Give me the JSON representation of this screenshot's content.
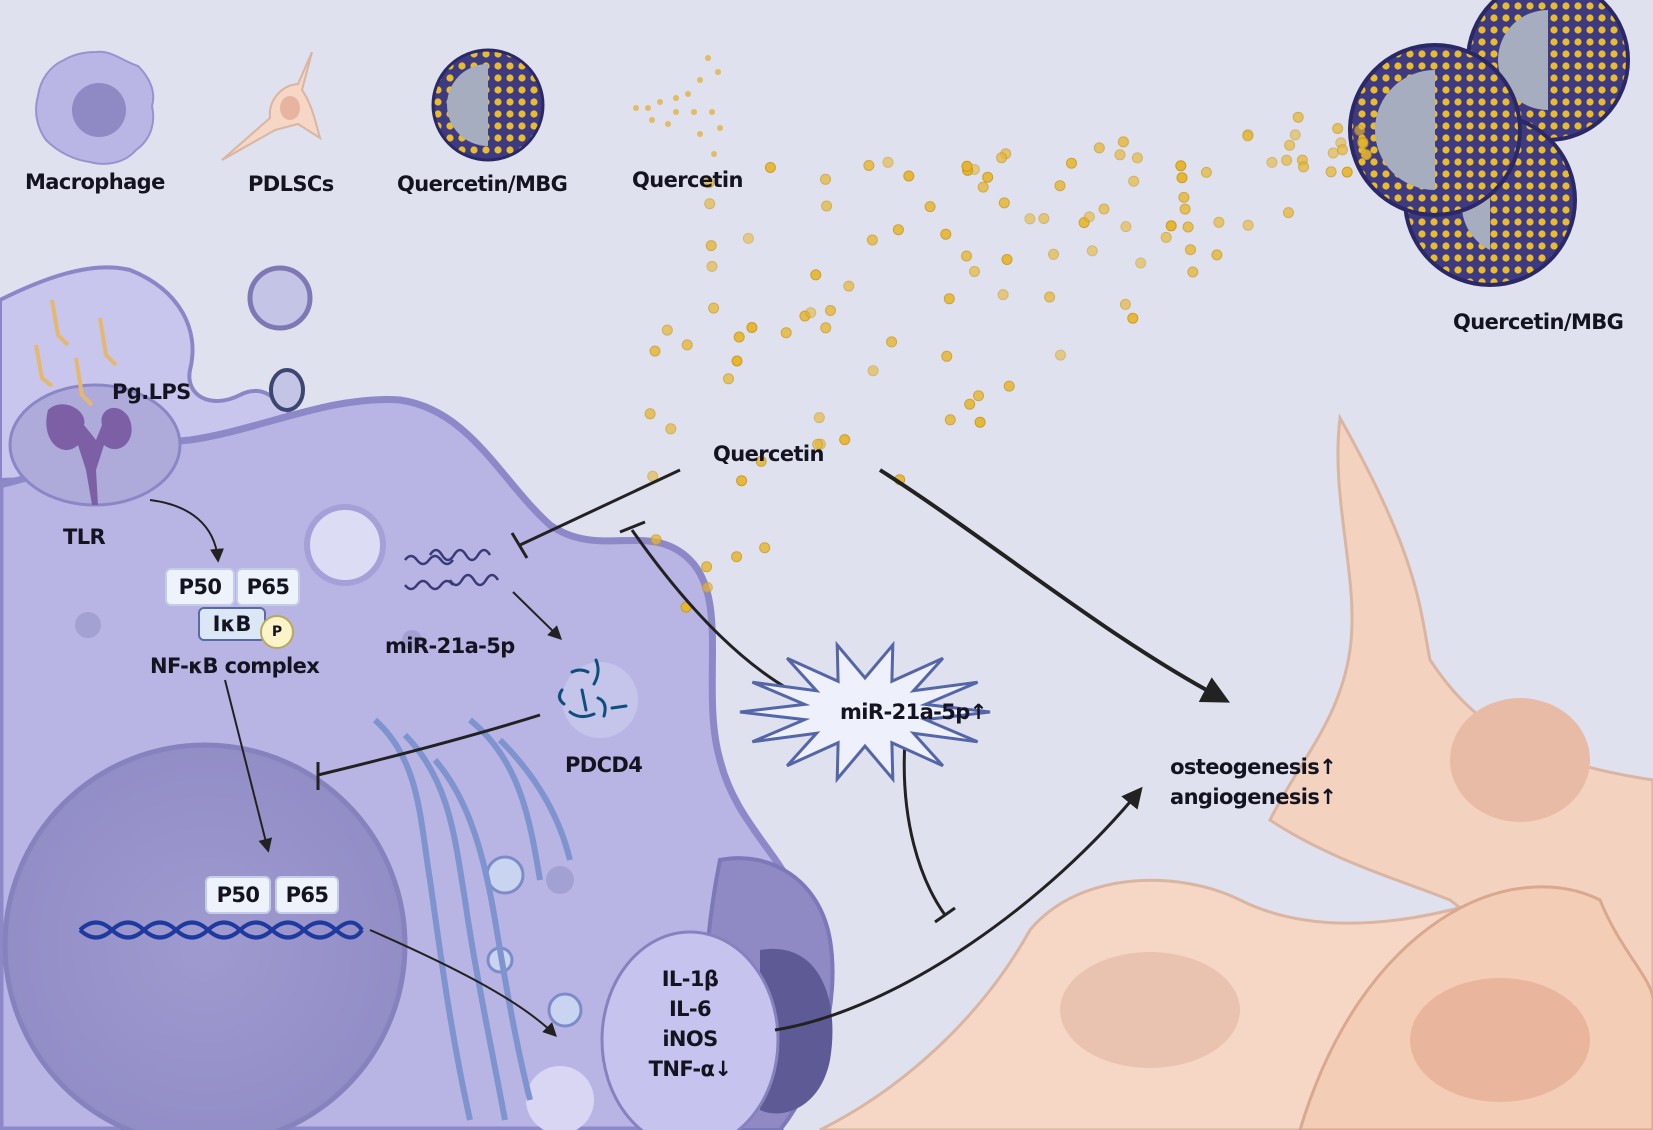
{
  "legend": {
    "items": [
      {
        "icon": "macrophage-icon",
        "label": "Macrophage"
      },
      {
        "icon": "pdlsc-cell-icon",
        "label": "PDLSCs"
      },
      {
        "icon": "nanoparticle-icon",
        "label": "Quercetin/MBG"
      },
      {
        "icon": "quercetin-particles-icon",
        "label": "Quercetin"
      }
    ]
  },
  "labels": {
    "pg_lps": "Pg.LPS",
    "tlr": "TLR",
    "nfkb_complex": "NF-κB complex",
    "mirna": "miR-21a-5p",
    "pdcd4": "PDCD4",
    "quercetin": "Quercetin",
    "quercetin_mbg": "Quercetin/MBG",
    "mirna_up": "miR-21a-5p↑",
    "outcomes": [
      "osteogenesis↑",
      "angiogenesis↑"
    ],
    "cytokines": [
      "IL-1β",
      "IL-6",
      "iNOS",
      "TNF-α↓"
    ]
  },
  "complex": {
    "p50": "P50",
    "p65": "P65",
    "ikb": "IκB",
    "phospho": "P"
  },
  "nucleus": {
    "p50": "P50",
    "p65": "P65"
  },
  "colors": {
    "background": "#dfe1ef",
    "macrophage": "#b9b6e6",
    "macrophage_membrane": "#8b86c6",
    "nucleus": "#9a96cc",
    "pdlsc": "#f6d6c4",
    "quercetin": "#e7b630",
    "mbg_shell": "#3e3a82",
    "dna": "#1f3a9e"
  }
}
